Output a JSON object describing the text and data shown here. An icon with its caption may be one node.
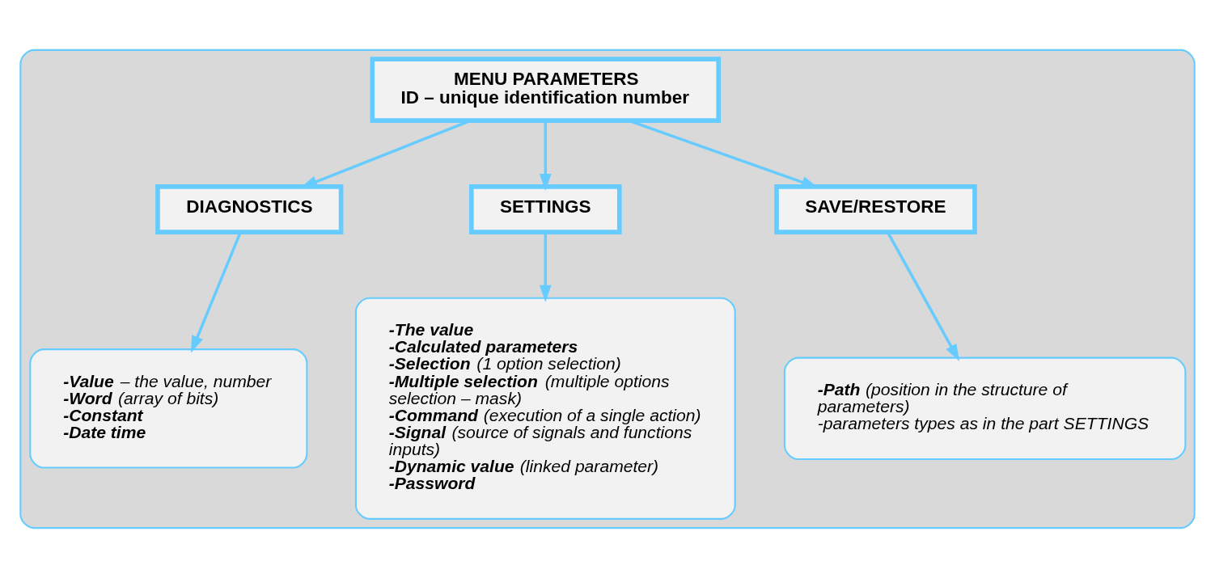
{
  "diagram": {
    "nodes": [
      {
        "text": [],
        "shape": "box"
      },
      {
        "text": [
          "MENU PARAMETERS",
          "ID – unique identification number"
        ],
        "in": 0
      },
      {
        "text": [
          "DIAGNOSTICS"
        ],
        "in": 0
      },
      {
        "text": [
          "SETTINGS"
        ],
        "in": 0
      },
      {
        "text": [
          "SAVE/RESTORE"
        ],
        "in": 0
      },
      {
        "text": [
          "**-Value** – the value, number",
          "**-Word** (array of bits)",
          "**-Constant**",
          "**-Date time**"
        ],
        "in": 0
      },
      {
        "text": [
          "**-The value**",
          "**-Calculated parameters**",
          "**-Selection** (1 option selection)",
          "**-Multiple selection** (multiple options selection – mask)",
          "**-Command** (execution of a single action)",
          "**-Signal** (source of signals and functions inputs)",
          "**-Dynamic value** (linked parameter)",
          "**-Password**"
        ],
        "in": 0
      },
      {
        "text": [
          "**-Path** (position in the structure of parameters)",
          "-parameters types as in the part SETTINGS"
        ],
        "in": 0
      }
    ],
    "edges": [
      {
        "from": 1,
        "to": 2,
        "arrow": "to"
      },
      {
        "from": 1,
        "to": 3,
        "arrow": "to"
      },
      {
        "from": 1,
        "to": 4,
        "arrow": "to"
      },
      {
        "from": 2,
        "to": 5,
        "arrow": "to"
      },
      {
        "from": 3,
        "to": 6,
        "arrow": "to"
      },
      {
        "from": 4,
        "to": 7,
        "arrow": "to"
      }
    ]
  }
}
